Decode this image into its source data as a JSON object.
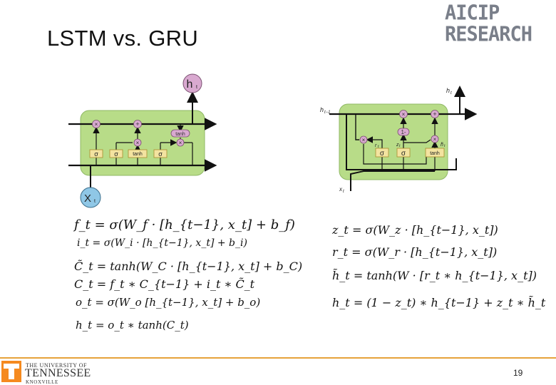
{
  "slide": {
    "title": "LSTM vs. GRU",
    "page_number": "19"
  },
  "logo": {
    "line1": "AICIP",
    "line2": "RESEARCH"
  },
  "footer": {
    "university_small": "THE UNIVERSITY OF",
    "university_big": "TENNESSEE",
    "city": "KNOXVILLE",
    "accent_color": "#e7a33b",
    "brand_orange": "#f58a1f"
  },
  "lstm_diagram": {
    "output_label": "h",
    "output_sub": "t",
    "input_label": "X",
    "input_sub": "t",
    "op_mul": "×",
    "op_add": "+",
    "tanh_op": "tanh",
    "sigma": "σ",
    "tanh_gate": "tanh",
    "cell_color": "#b8dc88",
    "node_color": "#d9a9d0"
  },
  "gru_diagram": {
    "h_out": "h",
    "h_out_sub": "t",
    "h_prev": "h",
    "h_prev_sub": "t−1",
    "x_in": "x",
    "x_in_sub": "t",
    "op_mul": "×",
    "op_add": "+",
    "one_minus": "1-",
    "r_label": "r",
    "r_sub": "t",
    "z_label": "z",
    "z_sub": "t",
    "htilde_label": "h̃",
    "htilde_sub": "t",
    "sigma": "σ",
    "tanh_gate": "tanh",
    "gate_color": "#f3e3a0"
  },
  "lstm_equations": [
    "f_t = σ(W_f · [h_{t−1}, x_t] + b_f)",
    "i_t = σ(W_i · [h_{t−1}, x_t] + b_i)",
    "C̃_t = tanh(W_C · [h_{t−1}, x_t] + b_C)",
    "C_t = f_t ∗ C_{t−1} + i_t ∗ C̃_t",
    "o_t = σ(W_o [h_{t−1}, x_t] + b_o)",
    "h_t = o_t ∗ tanh(C_t)"
  ],
  "gru_equations": [
    "z_t = σ(W_z · [h_{t−1}, x_t])",
    "r_t = σ(W_r · [h_{t−1}, x_t])",
    "h̃_t = tanh(W · [r_t ∗ h_{t−1}, x_t])",
    "h_t = (1 − z_t) ∗ h_{t−1} + z_t ∗ h̃_t"
  ]
}
